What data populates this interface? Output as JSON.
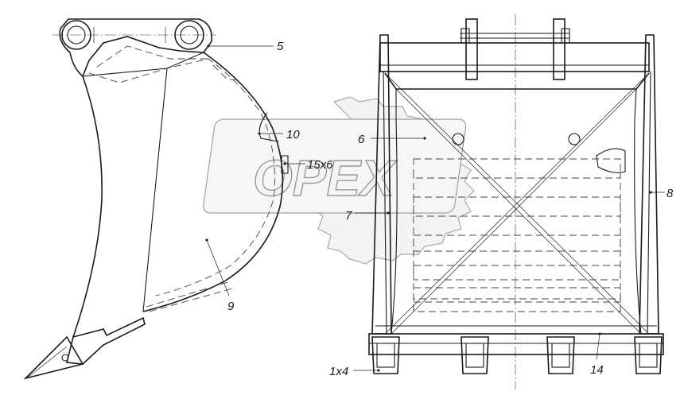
{
  "watermark": {
    "text": "OPEX"
  },
  "labels": {
    "l5": "5",
    "l10": "10",
    "l6": "6",
    "l15x6": "15x6",
    "l7": "7",
    "l8": "8",
    "l9": "9",
    "l1x4": "1x4",
    "l14": "14"
  }
}
